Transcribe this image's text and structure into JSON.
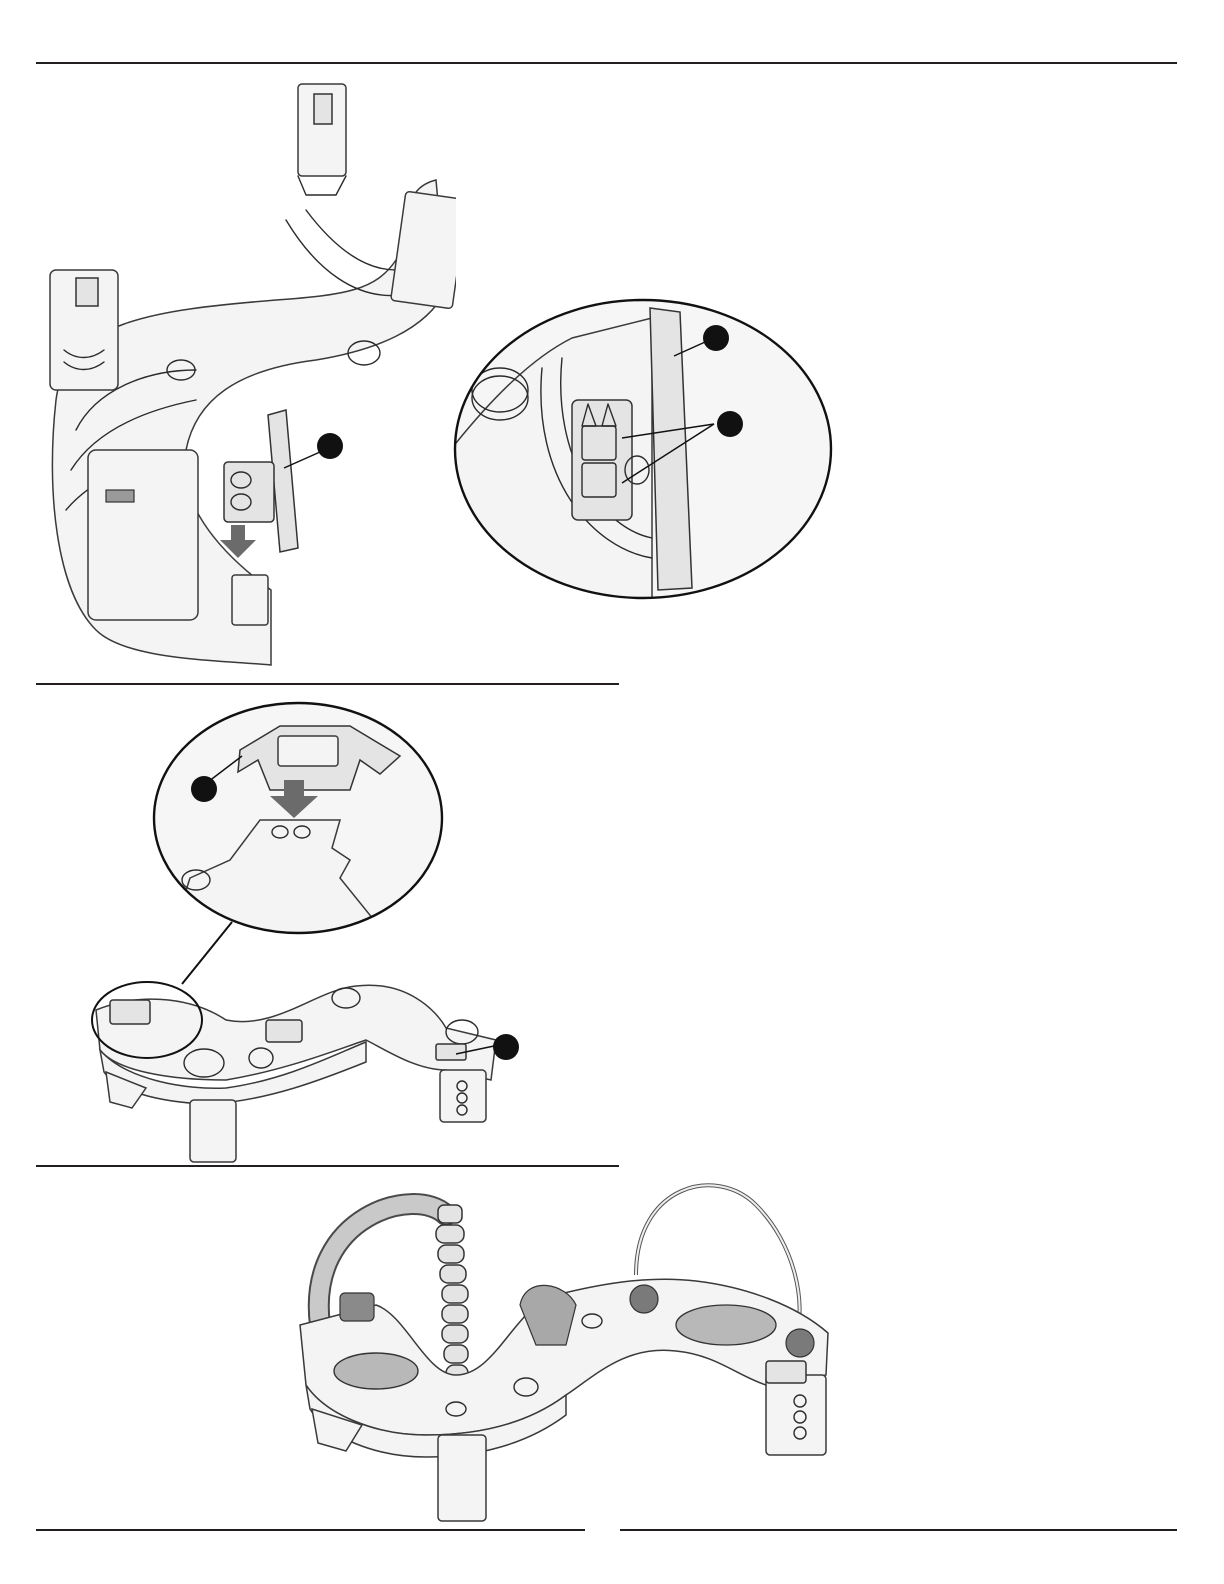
{
  "page": {
    "background": "#ffffff",
    "rule_color": "#231f20",
    "callout_color": "#111111",
    "arrow_color": "#6b6b6b"
  },
  "steps": [
    {
      "id": "step-top",
      "figures": [
        "base-assembly-with-legs",
        "clip-detail-magnified"
      ],
      "callouts": 3,
      "arrow": "down"
    },
    {
      "id": "step-middle",
      "figures": [
        "tray-cap-detail-magnified",
        "tray-on-legs"
      ],
      "callouts": 2,
      "arrow": "down"
    },
    {
      "id": "step-bottom",
      "figures": [
        "finished-activity-tray-with-toys"
      ],
      "callouts": 0
    }
  ]
}
